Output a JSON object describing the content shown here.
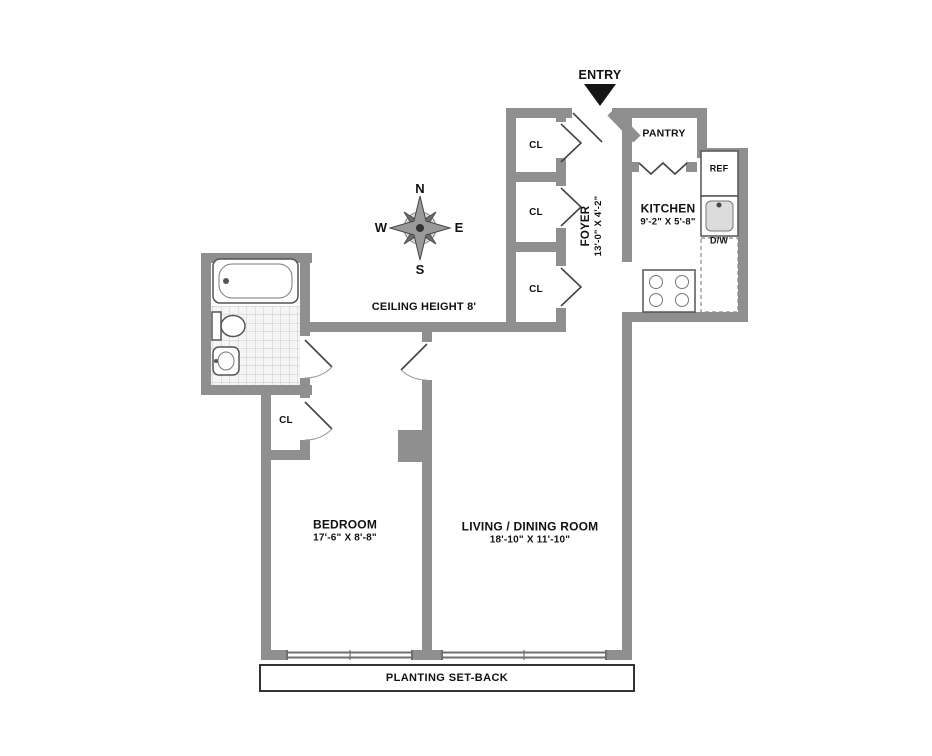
{
  "colors": {
    "wall": "#8f8f8f",
    "text": "#111111",
    "line": "#444444"
  },
  "labels": {
    "entry": "ENTRY",
    "ceiling_height": "CEILING HEIGHT 8'",
    "planting_setback": "PLANTING SET-BACK"
  },
  "rooms": {
    "foyer": {
      "name": "FOYER",
      "dims": "13'-0\" X 4'-2\""
    },
    "pantry": {
      "name": "PANTRY"
    },
    "kitchen": {
      "name": "KITCHEN",
      "dims": "9'-2\" X 5'-8\""
    },
    "bedroom": {
      "name": "BEDROOM",
      "dims": "17'-6\" X 8'-8\""
    },
    "living_dining": {
      "name": "LIVING / DINING ROOM",
      "dims": "18'-10\" X 11'-10\""
    }
  },
  "closets": {
    "foyer_top": "CL",
    "foyer_middle": "CL",
    "foyer_bottom": "CL",
    "bedroom": "CL"
  },
  "appliances": {
    "refrigerator": "REF",
    "dishwasher": "D/W"
  },
  "compass": {
    "north": "N",
    "east": "E",
    "south": "S",
    "west": "W"
  }
}
